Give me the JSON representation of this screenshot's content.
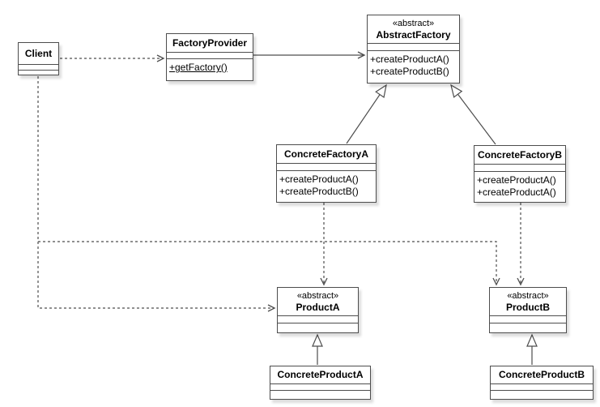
{
  "diagram": {
    "kind": "uml-class-diagram",
    "pattern": "Abstract Factory",
    "colors": {
      "background": "#ffffff",
      "node_fill": "#ffffff",
      "stroke": "#4d4d4d",
      "text": "#000000",
      "shadow": "rgba(0,0,0,0.14)"
    },
    "classes": {
      "client": {
        "name": "Client",
        "stereotype": "",
        "attributes": [],
        "methods": []
      },
      "factory_provider": {
        "name": "FactoryProvider",
        "stereotype": "",
        "attributes": [],
        "methods": [
          "+getFactory()"
        ],
        "static_methods": [
          "+getFactory()"
        ]
      },
      "abstract_factory": {
        "name": "AbstractFactory",
        "stereotype": "«abstract»",
        "attributes": [],
        "methods": [
          "+createProductA()",
          "+createProductB()"
        ]
      },
      "concrete_factory_a": {
        "name": "ConcreteFactoryA",
        "stereotype": "",
        "attributes": [],
        "methods": [
          "+createProductA()",
          "+createProductB()"
        ]
      },
      "concrete_factory_b": {
        "name": "ConcreteFactoryB",
        "stereotype": "",
        "attributes": [],
        "methods": [
          "+createProductA()",
          "+createProductA()"
        ]
      },
      "product_a": {
        "name": "ProductA",
        "stereotype": "«abstract»",
        "attributes": [],
        "methods": []
      },
      "product_b": {
        "name": "ProductB",
        "stereotype": "«abstract»",
        "attributes": [],
        "methods": []
      },
      "concrete_product_a": {
        "name": "ConcreteProductA",
        "stereotype": "",
        "attributes": [],
        "methods": []
      },
      "concrete_product_b": {
        "name": "ConcreteProductB",
        "stereotype": "",
        "attributes": [],
        "methods": []
      }
    },
    "relationships": [
      {
        "from": "Client",
        "to": "FactoryProvider",
        "type": "dependency",
        "line": "dashed",
        "arrow": "open"
      },
      {
        "from": "FactoryProvider",
        "to": "AbstractFactory",
        "type": "association",
        "line": "solid",
        "arrow": "open"
      },
      {
        "from": "ConcreteFactoryA",
        "to": "AbstractFactory",
        "type": "generalization",
        "line": "solid",
        "arrow": "hollow-triangle"
      },
      {
        "from": "ConcreteFactoryB",
        "to": "AbstractFactory",
        "type": "generalization",
        "line": "solid",
        "arrow": "hollow-triangle"
      },
      {
        "from": "ConcreteFactoryA",
        "to": "ProductA",
        "type": "dependency",
        "line": "dashed",
        "arrow": "open"
      },
      {
        "from": "ConcreteFactoryB",
        "to": "ProductB",
        "type": "dependency",
        "line": "dashed",
        "arrow": "open"
      },
      {
        "from": "Client",
        "to": "ProductA",
        "type": "dependency",
        "line": "dashed",
        "arrow": "open"
      },
      {
        "from": "Client",
        "to": "ProductB",
        "type": "dependency",
        "line": "dashed",
        "arrow": "open"
      },
      {
        "from": "ConcreteProductA",
        "to": "ProductA",
        "type": "generalization",
        "line": "solid",
        "arrow": "hollow-triangle"
      },
      {
        "from": "ConcreteProductB",
        "to": "ProductB",
        "type": "generalization",
        "line": "solid",
        "arrow": "hollow-triangle"
      }
    ]
  }
}
